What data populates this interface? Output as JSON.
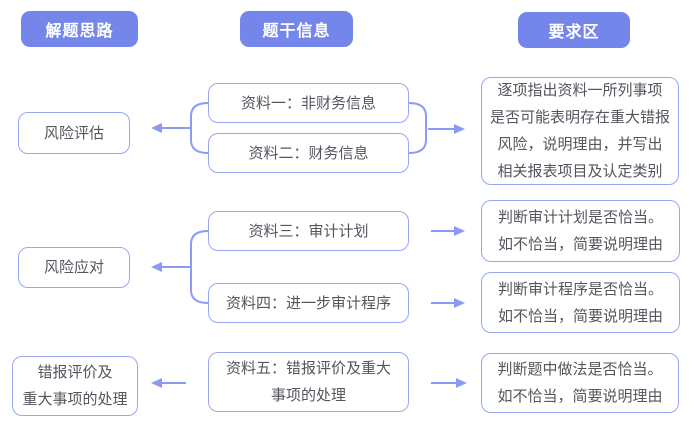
{
  "colors": {
    "accent": "#7486ea",
    "node_border": "#9ba6f1",
    "connector": "#8b9bf4",
    "node_text": "#53565d",
    "header_text": "#ffffff",
    "background": "#ffffff"
  },
  "headers": {
    "solution": "解题思路",
    "stem": "题干信息",
    "requirements": "要求区"
  },
  "nodes": {
    "risk_assessment": "风险评估",
    "risk_response": "风险应对",
    "misstatement_handling": "错报评价及\n重大事项的处理",
    "material1": "资料一：非财务信息",
    "material2": "资料二：财务信息",
    "material3": "资料三：审计计划",
    "material4": "资料四：进一步审计程序",
    "material5": "资料五：错报评价及重大\n事项的处理",
    "req1": "逐项指出资料一所列事项\n是否可能表明存在重大错报\n风险，说明理由，并写出\n相关报表项目及认定类别",
    "req2": "判断审计计划是否恰当。\n如不恰当，简要说明理由",
    "req3": "判断审计程序是否恰当。\n如不恰当，简要说明理由",
    "req4": "判断题中做法是否恰当。\n如不恰当，简要说明理由"
  }
}
